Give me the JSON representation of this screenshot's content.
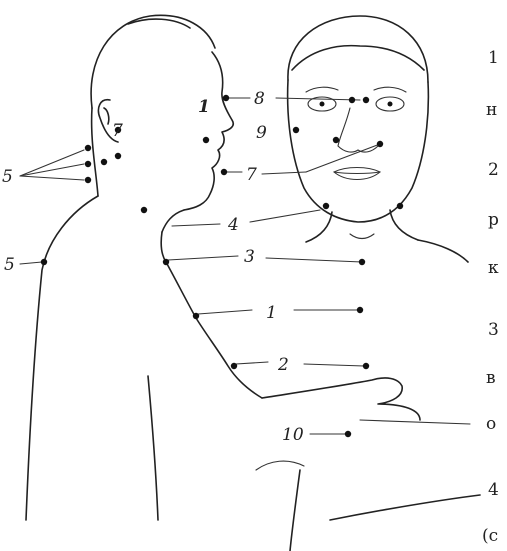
{
  "figure": {
    "labels": {
      "p1": "1",
      "p2": "2",
      "p3": "3",
      "p4": "4",
      "p5": "5",
      "p5b": "5",
      "p7": "7",
      "p7b": "7",
      "p8": "8",
      "p9": "9",
      "p10": "10",
      "p1b": "1"
    }
  },
  "side_text": {
    "n1": "1",
    "f1": "н",
    "n2": "2",
    "f2a": "р",
    "f2b": "к",
    "n3": "3",
    "f3a": "в",
    "f3b": "о",
    "n4": "4",
    "f4": "(с"
  }
}
